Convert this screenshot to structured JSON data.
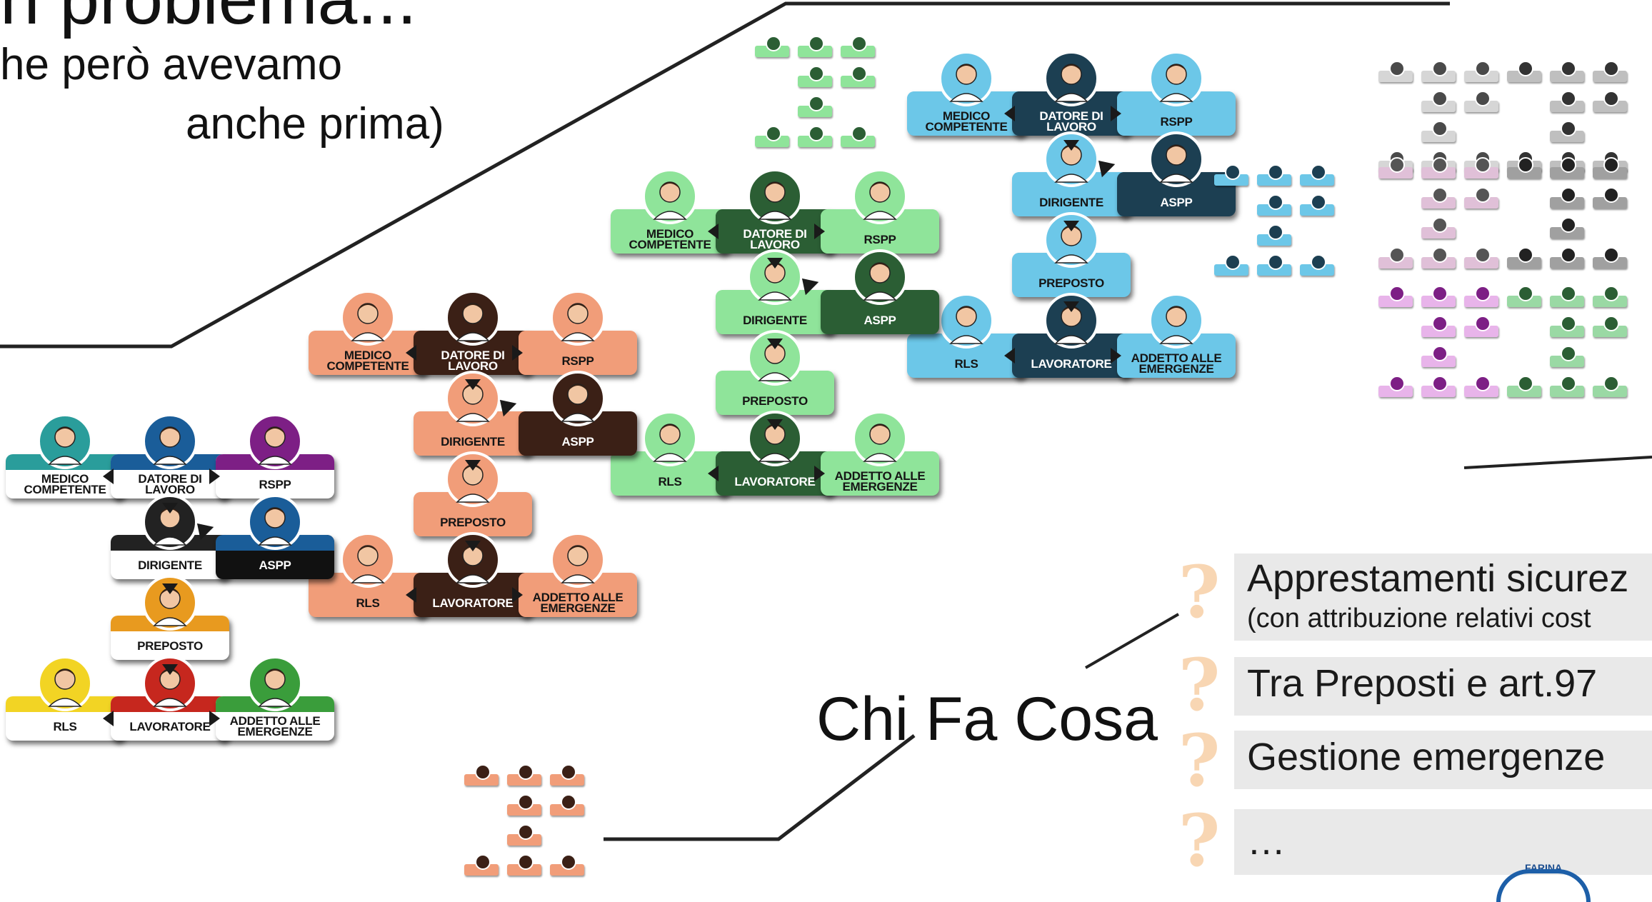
{
  "slide": {
    "title_fragment": "n problema...",
    "subtitle_line1": "he però avevamo",
    "subtitle_line2": "anche prima)",
    "chi_fa_cosa": "Chi Fa Cosa"
  },
  "roles": {
    "medico": "MEDICO\nCOMPETENTE",
    "datore": "DATORE DI\nLAVORO",
    "rspp": "RSPP",
    "dirigente": "DIRIGENTE",
    "aspp": "ASPP",
    "preposto": "PREPOSTO",
    "rls": "RLS",
    "lavoratore": "LAVORATORE",
    "addetto": "ADDETTO ALLE\nEMERGENZE"
  },
  "list_items": [
    {
      "main": "Apprestamenti sicurez",
      "sub": "(con attribuzione relativi cost"
    },
    {
      "main": "Tra Preposti e art.97"
    },
    {
      "main": "Gestione emergenze"
    },
    {
      "main": "…"
    }
  ],
  "logo_text": "FARINA",
  "colors": {
    "set1": [
      "#2a9d9b",
      "#1a5d99",
      "#7d1f85",
      "#222222",
      "#1a5d99",
      "#e89a1f",
      "#f2d424",
      "#c6271e",
      "#3a9d3b"
    ],
    "set2_peach": "#f19d79",
    "set2_dark": "#3b2016",
    "set3_green": "#8fe49a",
    "set3_dark": "#2b5e34",
    "set4_blue": "#6cc7e8",
    "set4_dark": "#1c3f52"
  }
}
